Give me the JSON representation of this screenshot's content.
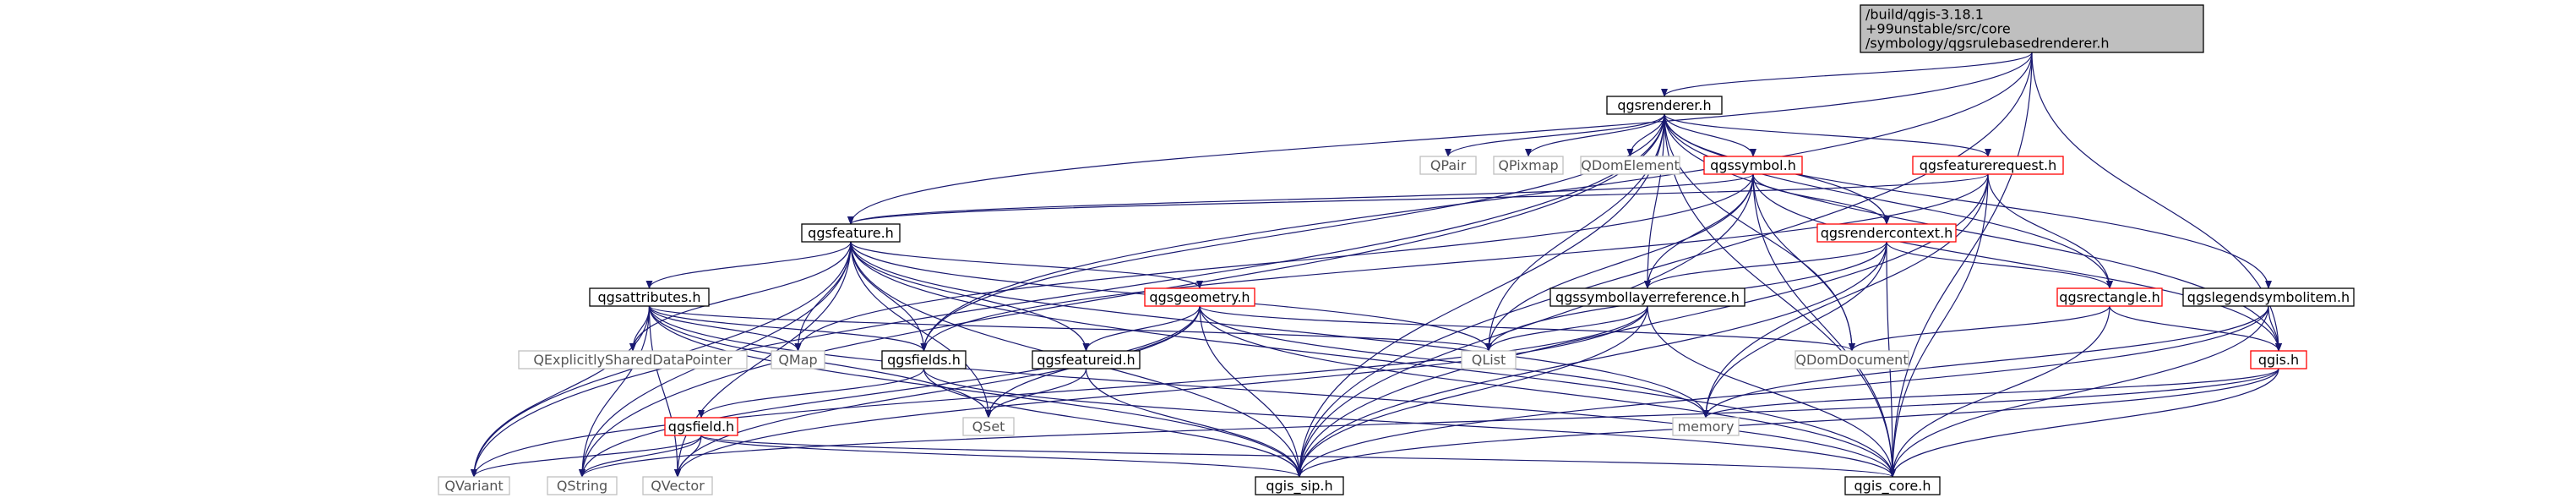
{
  "diagram": {
    "title": "",
    "colors": {
      "root_fill": "#bfbfbf",
      "node_fill": "#ffffff",
      "node_border": "#000000",
      "incomplete_border": "#ff0000",
      "external_border": "#bfbfbf",
      "edge": "#191970"
    },
    "nodes": [
      {
        "id": "root",
        "lines": [
          "/build/qgis-3.18.1",
          "+99unstable/src/core",
          "/symbology/qgsrulebasedrenderer.h"
        ],
        "style": "root"
      },
      {
        "id": "qgsrenderer",
        "lines": [
          "qgsrenderer.h"
        ],
        "style": "normal"
      },
      {
        "id": "qpair",
        "lines": [
          "QPair"
        ],
        "style": "external"
      },
      {
        "id": "qpixmap",
        "lines": [
          "QPixmap"
        ],
        "style": "external"
      },
      {
        "id": "qdomelement",
        "lines": [
          "QDomElement"
        ],
        "style": "external"
      },
      {
        "id": "qgssymbol",
        "lines": [
          "qgssymbol.h"
        ],
        "style": "incomplete"
      },
      {
        "id": "qgsfeaturerequest",
        "lines": [
          "qgsfeaturerequest.h"
        ],
        "style": "incomplete"
      },
      {
        "id": "qgsfeature",
        "lines": [
          "qgsfeature.h"
        ],
        "style": "normal"
      },
      {
        "id": "qgsrendercontext",
        "lines": [
          "qgsrendercontext.h"
        ],
        "style": "incomplete"
      },
      {
        "id": "qgsattributes",
        "lines": [
          "qgsattributes.h"
        ],
        "style": "normal"
      },
      {
        "id": "qgsgeometry",
        "lines": [
          "qgsgeometry.h"
        ],
        "style": "incomplete"
      },
      {
        "id": "qgssymbollayerreference",
        "lines": [
          "qgssymbollayerreference.h"
        ],
        "style": "normal"
      },
      {
        "id": "qgsrectangle",
        "lines": [
          "qgsrectangle.h"
        ],
        "style": "incomplete"
      },
      {
        "id": "qgslegendsymbolitem",
        "lines": [
          "qgslegendsymbolitem.h"
        ],
        "style": "normal"
      },
      {
        "id": "qexplicit",
        "lines": [
          "QExplicitlySharedDataPointer"
        ],
        "style": "external"
      },
      {
        "id": "qmap",
        "lines": [
          "QMap"
        ],
        "style": "external"
      },
      {
        "id": "qgsfields",
        "lines": [
          "qgsfields.h"
        ],
        "style": "normal"
      },
      {
        "id": "qgsfeatureid",
        "lines": [
          "qgsfeatureid.h"
        ],
        "style": "normal"
      },
      {
        "id": "qlist",
        "lines": [
          "QList"
        ],
        "style": "external"
      },
      {
        "id": "qdomdocument",
        "lines": [
          "QDomDocument"
        ],
        "style": "external"
      },
      {
        "id": "qgis",
        "lines": [
          "qgis.h"
        ],
        "style": "incomplete"
      },
      {
        "id": "qgsfield",
        "lines": [
          "qgsfield.h"
        ],
        "style": "incomplete"
      },
      {
        "id": "qset",
        "lines": [
          "QSet"
        ],
        "style": "external"
      },
      {
        "id": "memory",
        "lines": [
          "memory"
        ],
        "style": "external"
      },
      {
        "id": "qvariant",
        "lines": [
          "QVariant"
        ],
        "style": "external"
      },
      {
        "id": "qstring",
        "lines": [
          "QString"
        ],
        "style": "external"
      },
      {
        "id": "qvector",
        "lines": [
          "QVector"
        ],
        "style": "external"
      },
      {
        "id": "qgis_sip",
        "lines": [
          "qgis_sip.h"
        ],
        "style": "normal"
      },
      {
        "id": "qgis_core",
        "lines": [
          "qgis_core.h"
        ],
        "style": "normal"
      }
    ],
    "edges": [
      [
        "root",
        "qgsrenderer"
      ],
      [
        "root",
        "qgsfeature"
      ],
      [
        "root",
        "qgsfields"
      ],
      [
        "root",
        "qgis"
      ],
      [
        "root",
        "qgis_sip"
      ],
      [
        "root",
        "qgis_core"
      ],
      [
        "qgsrenderer",
        "qpair"
      ],
      [
        "qgsrenderer",
        "qpixmap"
      ],
      [
        "qgsrenderer",
        "qdomelement"
      ],
      [
        "qgsrenderer",
        "qgssymbol"
      ],
      [
        "qgsrenderer",
        "qgsfeaturerequest"
      ],
      [
        "qgsrenderer",
        "qgsrendercontext"
      ],
      [
        "qgsrenderer",
        "qgssymbollayerreference"
      ],
      [
        "qgsrenderer",
        "qgsrectangle"
      ],
      [
        "qgsrenderer",
        "qgslegendsymbolitem"
      ],
      [
        "qgsrenderer",
        "qgsfields"
      ],
      [
        "qgsrenderer",
        "qlist"
      ],
      [
        "qgsrenderer",
        "qdomdocument"
      ],
      [
        "qgsrenderer",
        "qgis"
      ],
      [
        "qgsrenderer",
        "qvariant"
      ],
      [
        "qgsrenderer",
        "qstring"
      ],
      [
        "qgsrenderer",
        "qgis_core"
      ],
      [
        "qgsrenderer",
        "qgis_sip"
      ],
      [
        "qgssymbol",
        "qgsfeature"
      ],
      [
        "qgssymbol",
        "qgsrendercontext"
      ],
      [
        "qgssymbol",
        "qgssymbollayerreference"
      ],
      [
        "qgssymbol",
        "qmap"
      ],
      [
        "qgssymbol",
        "qlist"
      ],
      [
        "qgssymbol",
        "qgis"
      ],
      [
        "qgssymbol",
        "qgis_core"
      ],
      [
        "qgssymbol",
        "qgis_sip"
      ],
      [
        "qgssymbol",
        "qdomdocument"
      ],
      [
        "qgsfeaturerequest",
        "qgsfeature"
      ],
      [
        "qgsfeaturerequest",
        "qgsrectangle"
      ],
      [
        "qgsfeaturerequest",
        "qgsfields"
      ],
      [
        "qgsfeaturerequest",
        "memory"
      ],
      [
        "qgsfeaturerequest",
        "qgis_core"
      ],
      [
        "qgsfeaturerequest",
        "qgis_sip"
      ],
      [
        "qgsfeature",
        "qgsattributes"
      ],
      [
        "qgsfeature",
        "qgsgeometry"
      ],
      [
        "qgsfeature",
        "qgsfields"
      ],
      [
        "qgsfeature",
        "qgsfeatureid"
      ],
      [
        "qgsfeature",
        "qexplicit"
      ],
      [
        "qgsfeature",
        "qmap"
      ],
      [
        "qgsfeature",
        "qlist"
      ],
      [
        "qgsfeature",
        "qset"
      ],
      [
        "qgsfeature",
        "memory"
      ],
      [
        "qgsfeature",
        "qvariant"
      ],
      [
        "qgsfeature",
        "qstring"
      ],
      [
        "qgsfeature",
        "qvector"
      ],
      [
        "qgsfeature",
        "qgis_core"
      ],
      [
        "qgsfeature",
        "qgis_sip"
      ],
      [
        "qgsrendercontext",
        "qgssymbollayerreference"
      ],
      [
        "qgsrendercontext",
        "qgsrectangle"
      ],
      [
        "qgsrendercontext",
        "qlist"
      ],
      [
        "qgsrendercontext",
        "memory"
      ],
      [
        "qgsrendercontext",
        "qgis_core"
      ],
      [
        "qgsrendercontext",
        "qgis_sip"
      ],
      [
        "qgsattributes",
        "qexplicit"
      ],
      [
        "qgsattributes",
        "qmap"
      ],
      [
        "qgsattributes",
        "qgsfields"
      ],
      [
        "qgsattributes",
        "qlist"
      ],
      [
        "qgsattributes",
        "qset"
      ],
      [
        "qgsattributes",
        "qvariant"
      ],
      [
        "qgsattributes",
        "qstring"
      ],
      [
        "qgsattributes",
        "qvector"
      ],
      [
        "qgsattributes",
        "qgis_core"
      ],
      [
        "qgsattributes",
        "qgis_sip"
      ],
      [
        "qgsgeometry",
        "qgsfeatureid"
      ],
      [
        "qgsgeometry",
        "qdomdocument"
      ],
      [
        "qgsgeometry",
        "qset"
      ],
      [
        "qgsgeometry",
        "memory"
      ],
      [
        "qgsgeometry",
        "qstring"
      ],
      [
        "qgsgeometry",
        "qvector"
      ],
      [
        "qgsgeometry",
        "qgis_core"
      ],
      [
        "qgsgeometry",
        "qgis_sip"
      ],
      [
        "qgssymbollayerreference",
        "qlist"
      ],
      [
        "qgssymbollayerreference",
        "qvariant"
      ],
      [
        "qgssymbollayerreference",
        "qvector"
      ],
      [
        "qgssymbollayerreference",
        "qgis_core"
      ],
      [
        "qgssymbollayerreference",
        "qgis_sip"
      ],
      [
        "qgsrectangle",
        "qdomdocument"
      ],
      [
        "qgsrectangle",
        "qgis"
      ],
      [
        "qgsrectangle",
        "qgis_core"
      ],
      [
        "qgslegendsymbolitem",
        "qgis"
      ],
      [
        "qgslegendsymbolitem",
        "memory"
      ],
      [
        "qgslegendsymbolitem",
        "qgis_core"
      ],
      [
        "qgslegendsymbolitem",
        "qgis_sip"
      ],
      [
        "qgsfields",
        "qgsfield"
      ],
      [
        "qgsfields",
        "qgis_core"
      ],
      [
        "qgsfields",
        "qgis_sip"
      ],
      [
        "qgsfeatureid",
        "qset"
      ],
      [
        "qgsfeatureid",
        "qgis_sip"
      ],
      [
        "qgis",
        "memory"
      ],
      [
        "qgis",
        "qgis_core"
      ],
      [
        "qgis",
        "qgis_sip"
      ],
      [
        "qgis",
        "qstring"
      ],
      [
        "qgsfield",
        "qvariant"
      ],
      [
        "qgsfield",
        "qstring"
      ],
      [
        "qgsfield",
        "qvector"
      ],
      [
        "qgsfield",
        "qgis_core"
      ],
      [
        "qgsfield",
        "qgis_sip"
      ]
    ]
  }
}
